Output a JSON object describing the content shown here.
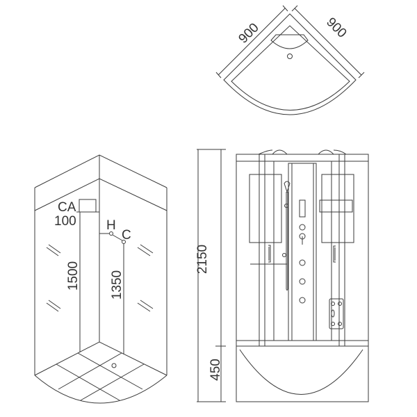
{
  "plan_view": {
    "dim_left": "900",
    "dim_right": "900"
  },
  "perspective_view": {
    "ca_label": "CA",
    "ca_height": "100",
    "hot_label": "H",
    "cold_label": "C",
    "ca_dim": "1500",
    "valve_dim": "1350"
  },
  "front_view": {
    "total_height": "2150",
    "tray_height": "450"
  },
  "colors": {
    "line": "#3a3a3a",
    "background": "#ffffff"
  }
}
